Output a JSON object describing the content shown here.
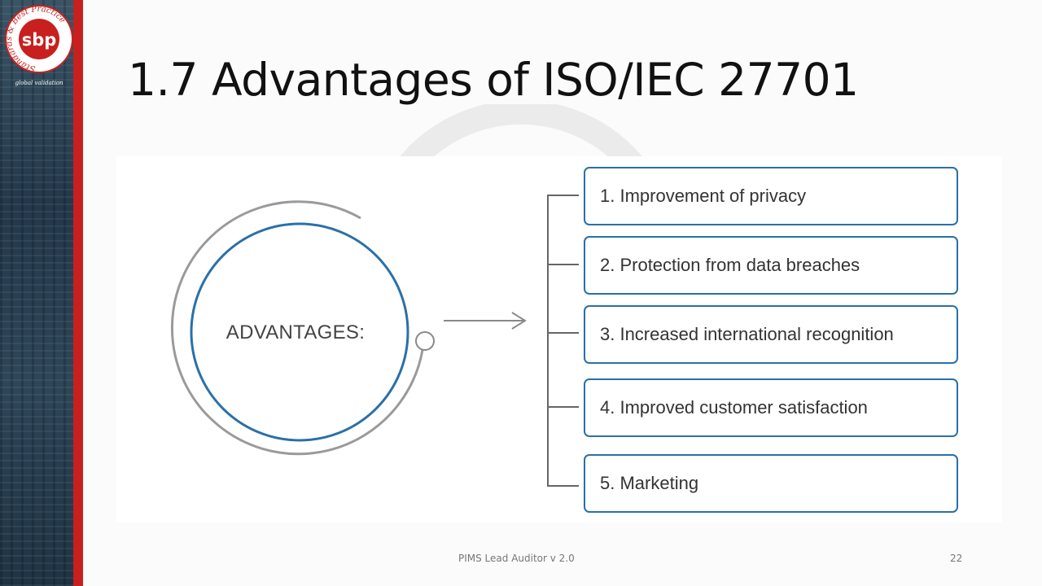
{
  "logo": {
    "ring_text": "Standards & Best Practice",
    "initials": "sbp",
    "tagline": "global validation"
  },
  "slide": {
    "title": "1.7 Advantages of ISO/IEC 27701"
  },
  "diagram": {
    "center_label": "ADVANTAGES:",
    "items": [
      "1. Improvement of privacy",
      "2. Protection from data breaches",
      "3. Increased international recognition",
      "4. Improved customer satisfaction",
      "5. Marketing"
    ]
  },
  "footer": {
    "course": "PIMS Lead Auditor v 2.0",
    "page": "22"
  },
  "colors": {
    "accent_red": "#c8201f",
    "box_border": "#2a70a8",
    "sidebar_dark": "#23384a"
  }
}
